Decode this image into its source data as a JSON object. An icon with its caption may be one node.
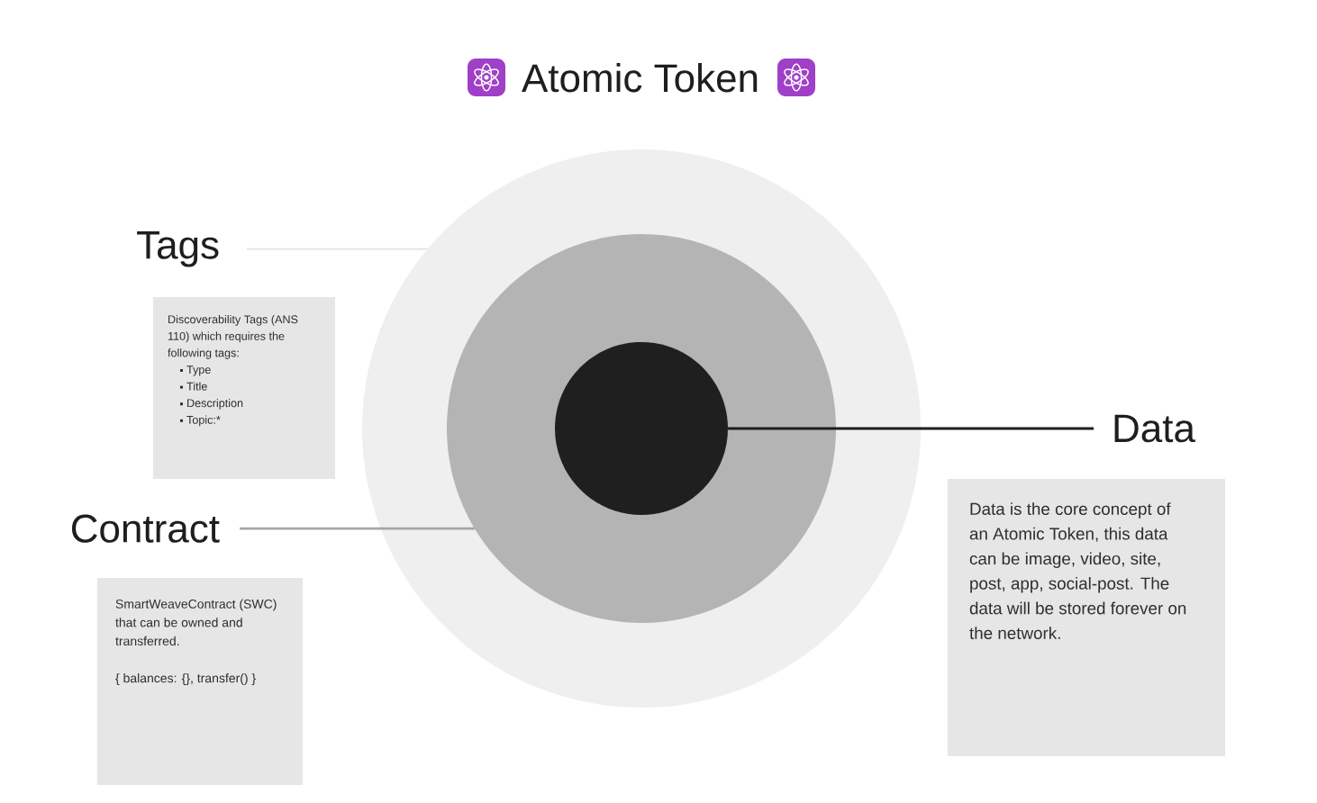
{
  "diagram": {
    "title": "Atomic Token",
    "nodes": [
      {
        "text": [
          "Tags"
        ]
      },
      {
        "text": [
          "Discoverability Tags (ANS 110) which requires the following tags:",
          "Type",
          "Title",
          "Description",
          "Topic:*"
        ]
      },
      {
        "text": [
          "Contract"
        ]
      },
      {
        "text": [
          "SmartWeaveContract (SWC) that can be owned and transferred.",
          "{ balances: {}, transfer() }"
        ]
      },
      {
        "text": [],
        "shape": "circle"
      },
      {
        "text": [],
        "shape": "circle",
        "in": 4
      },
      {
        "text": [],
        "shape": "circle",
        "in": 5
      },
      {
        "text": [
          "Data"
        ]
      },
      {
        "text": [
          "Data is the core concept of an Atomic Token, this data can be image, video, site, post, app, social-post. The data will be stored forever on the network."
        ]
      }
    ],
    "edges": [
      {
        "from": 0,
        "to": 4,
        "arrow": "none",
        "color": "#e2e2e2"
      },
      {
        "from": 2,
        "to": 5,
        "arrow": "none",
        "color": "#a6a6a6"
      },
      {
        "from": 7,
        "to": 6,
        "arrow": "none",
        "color": "#1e1e1e"
      }
    ]
  }
}
